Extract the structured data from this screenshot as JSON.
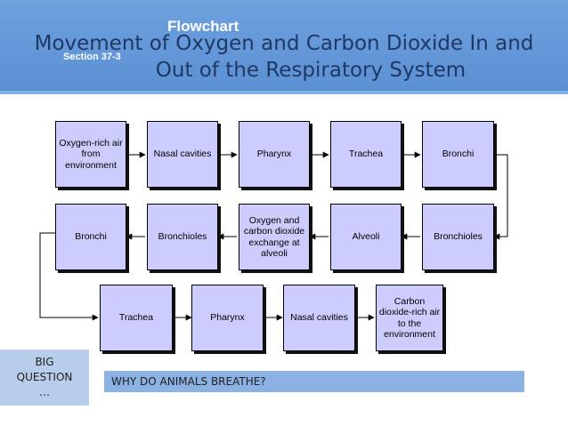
{
  "header": {
    "flowchart_label": "Flowchart",
    "section_label": "Section 37-3",
    "title_line1": "Movement of Oxygen and Carbon Dioxide In and",
    "title_line2": "Out of the Respiratory System"
  },
  "flowchart": {
    "row1": [
      "Oxygen-rich air from environment",
      "Nasal cavities",
      "Pharynx",
      "Trachea",
      "Bronchi"
    ],
    "row2": [
      "Bronchi",
      "Bronchioles",
      "Oxygen and carbon dioxide exchange at alveoli",
      "Alveoli",
      "Bronchioles"
    ],
    "row3": [
      "Trachea",
      "Pharynx",
      "Nasal cavities",
      "Carbon dioxide-rich air to the environment"
    ]
  },
  "big_question": {
    "label": "BIG\nQUESTION\n…",
    "question": "WHY DO ANIMALS BREATHE?"
  },
  "colors": {
    "header_blue": "#5a8fd3",
    "box_fill": "#ccccff",
    "title_navy": "#1f3864"
  }
}
